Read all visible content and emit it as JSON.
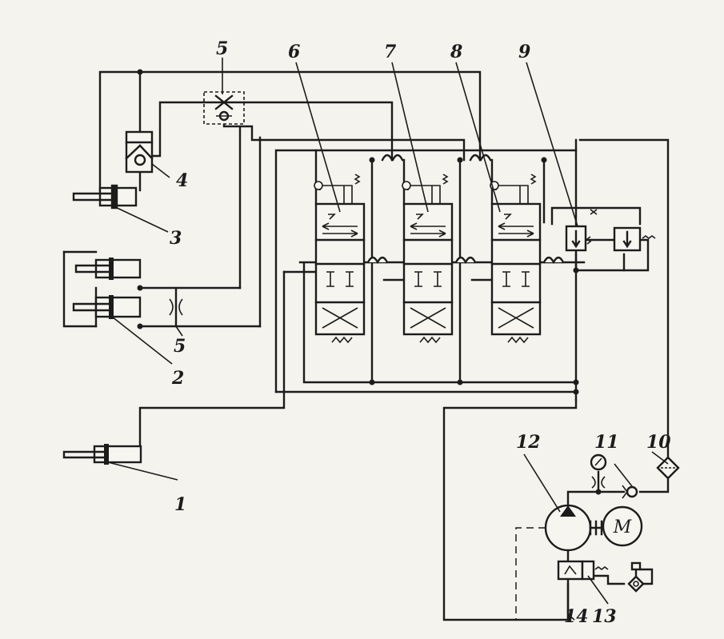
{
  "labels": {
    "c1": "1",
    "c2": "2",
    "c3": "3",
    "c4": "4",
    "c5a": "5",
    "c5b": "5",
    "c6": "6",
    "c7": "7",
    "c8": "8",
    "c9": "9",
    "c10": "10",
    "c11": "11",
    "c12": "12",
    "c13": "13",
    "c14": "14"
  },
  "motor": {
    "letter": "M"
  },
  "colors": {
    "ink": "#1c1c1c",
    "paper": "#f4f3ee"
  }
}
